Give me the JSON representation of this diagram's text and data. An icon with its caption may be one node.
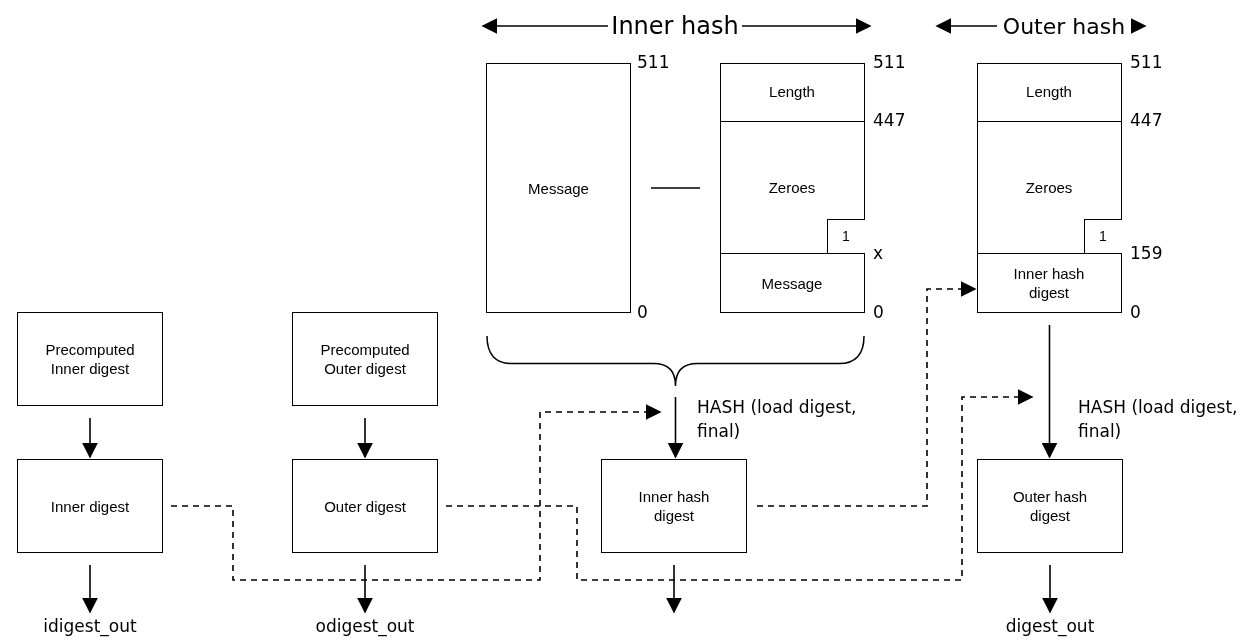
{
  "diagram": {
    "nodes": [
      {
        "text": [
          "Precomputed Inner digest"
        ]
      },
      {
        "text": [
          "Precomputed Outer digest"
        ]
      },
      {
        "text": [
          "Inner digest"
        ]
      },
      {
        "text": [
          "Outer digest"
        ]
      },
      {
        "text": [
          "Message"
        ]
      },
      {
        "text": [],
        "shape": "box"
      },
      {
        "text": [
          "Length"
        ],
        "in": 5
      },
      {
        "text": [
          "Zeroes"
        ],
        "in": 5
      },
      {
        "text": [
          "1"
        ],
        "in": 7
      },
      {
        "text": [
          "Message"
        ],
        "in": 5
      },
      {
        "text": [],
        "shape": "box"
      },
      {
        "text": [
          "Length"
        ],
        "in": 10
      },
      {
        "text": [
          "Zeroes"
        ],
        "in": 10
      },
      {
        "text": [
          "1"
        ],
        "in": 12
      },
      {
        "text": [
          "Inner hash digest"
        ],
        "in": 10
      },
      {
        "text": [],
        "shape": "brace"
      },
      {
        "text": [
          "Inner hash digest"
        ]
      },
      {
        "text": [
          "Outer hash digest"
        ]
      },
      {
        "text": [
          "idigest_out"
        ]
      },
      {
        "text": [
          "odigest_out"
        ]
      },
      {
        "text": [
          "digest_out"
        ]
      }
    ],
    "edges": [
      {
        "from": 0,
        "to": 2,
        "arrow": "to"
      },
      {
        "from": 1,
        "to": 3,
        "arrow": "to"
      },
      {
        "from": 2,
        "to": 18,
        "arrow": "to"
      },
      {
        "from": 3,
        "to": 19,
        "arrow": "to"
      },
      {
        "from": 4,
        "to": 5,
        "arrow": "none"
      },
      {
        "from": 15,
        "to": 16,
        "arrow": "to",
        "label": "HASH (load digest, final)"
      },
      {
        "from": 2,
        "to": 15,
        "arrow": "to",
        "style": "dashed"
      },
      {
        "from": 16,
        "to": null,
        "arrow": "to"
      },
      {
        "from": 16,
        "to": 14,
        "arrow": "to",
        "style": "dashed"
      },
      {
        "from": 10,
        "to": 17,
        "arrow": "to",
        "label": "HASH (load digest, final)"
      },
      {
        "from": 3,
        "to": null,
        "arrow": "to",
        "style": "dashed"
      },
      {
        "from": 17,
        "to": 20,
        "arrow": "to"
      }
    ],
    "labels": [
      "Inner hash",
      "Outer hash",
      "511",
      "511",
      "511",
      "447",
      "447",
      "x",
      "159",
      "0",
      "0",
      "0"
    ]
  }
}
